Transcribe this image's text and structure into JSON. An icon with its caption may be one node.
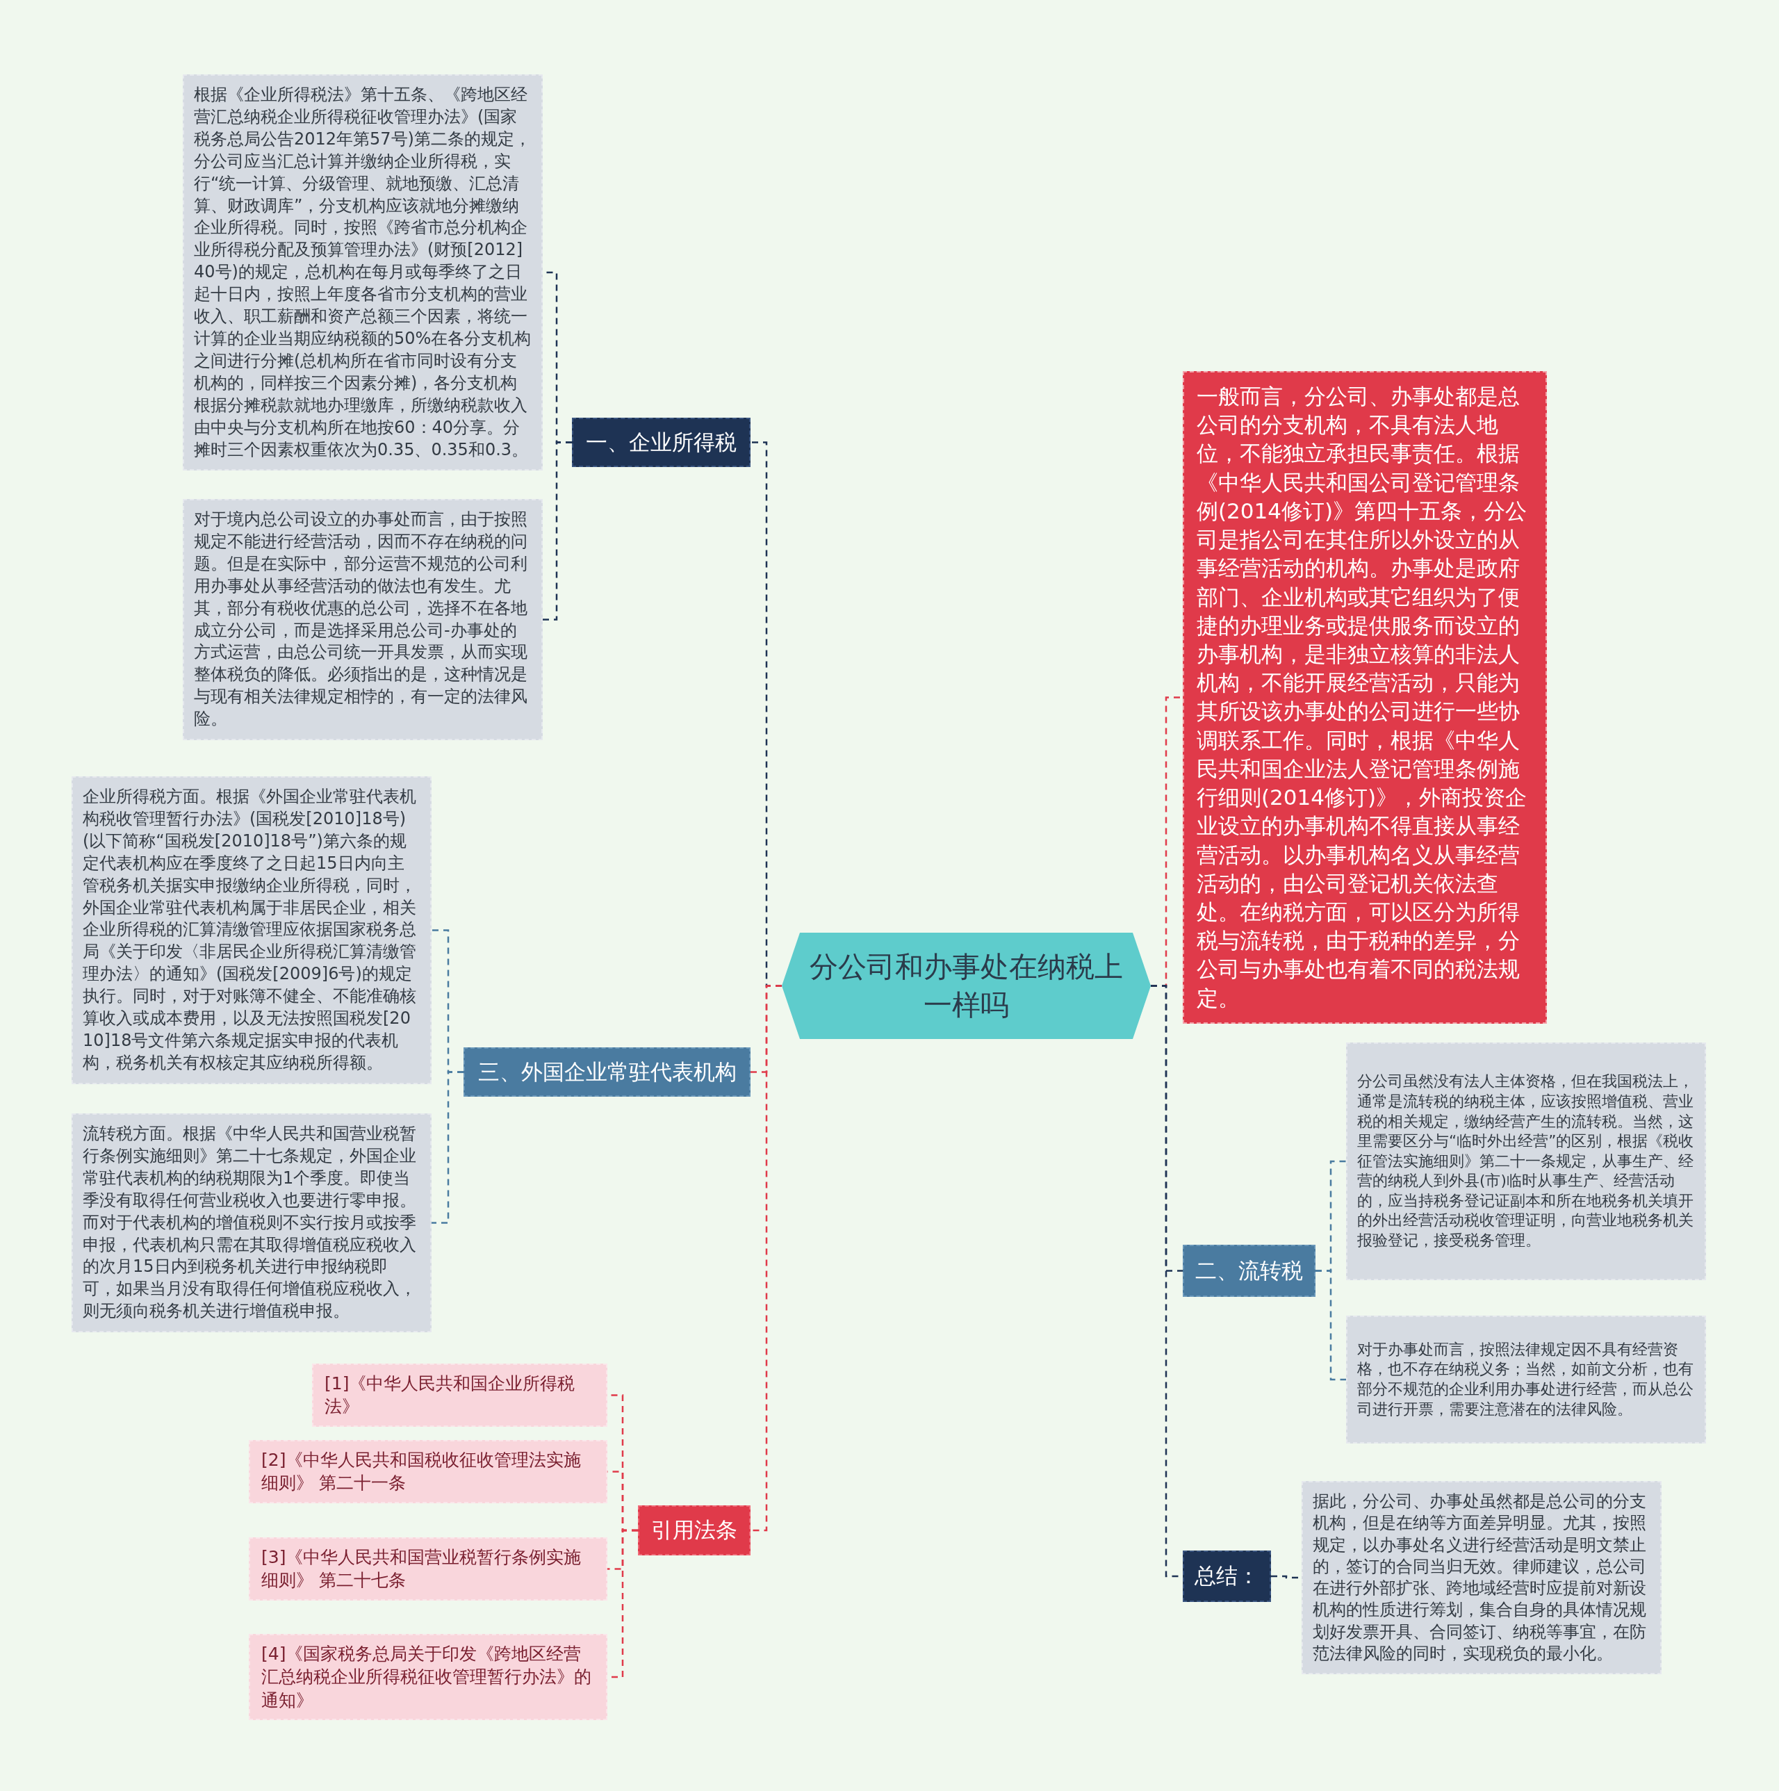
{
  "diagram": {
    "nodes": [
      {
        "text": [
          "分公司和办事处在纳税上一样吗"
        ]
      },
      {
        "text": [
          "一、企业所得税"
        ]
      },
      {
        "text": [
          "根据《企业所得税法》第十五条、《跨地区经营汇总纳税企业所得税征收管理办法》(国家税务总局公告2012年第57号)第二条的规定，分公司应当汇总计算并缴纳企业所得税，实行“统一计算、分级管理、就地预缴、汇总清算、财政调库”，分支机构应该就地分摊缴纳企业所得税。同时，按照《跨省市总分机构企业所得税分配及预算管理办法》(财预[2012]40号)的规定，总机构在每月或每季终了之日起十日内，按照上年度各省市分支机构的营业收入、职工薪酬和资产总额三个因素，将统一计算的企业当期应纳税额的50%在各分支机构之间进行分摊(总机构所在省市同时设有分支机构的，同样按三个因素分摊)，各分支机构根据分摊税款就地办理缴库，所缴纳税款收入由中央与分支机构所在地按60：40分享。分摊时三个因素权重依次为0.35、0.35和0.3。"
        ]
      },
      {
        "text": [
          "对于境内总公司设立的办事处而言，由于按照规定不能进行经营活动，因而不存在纳税的问题。但是在实际中，部分运营不规范的公司利用办事处从事经营活动的做法也有发生。尤其，部分有税收优惠的总公司，选择不在各地成立分公司，而是选择采用总公司-办事处的方式运营，由总公司统一开具发票，从而实现整体税负的降低。必须指出的是，这种情况是与现有相关法律规定相悖的，有一定的法律风险。"
        ]
      },
      {
        "text": [
          "三、外国企业常驻代表机构"
        ]
      },
      {
        "text": [
          "企业所得税方面。根据《外国企业常驻代表机构税收管理暂行办法》(国税发[2010]18号)(以下简称“国税发[2010]18号”)第六条的规定代表机构应在季度终了之日起15日内向主管税务机关据实申报缴纳企业所得税，同时，外国企业常驻代表机构属于非居民企业，相关企业所得税的汇算清缴管理应依据国家税务总局《关于印发〈非居民企业所得税汇算清缴管理办法〉的通知》(国税发[2009]6号)的规定执行。同时，对于对账簿不健全、不能准确核算收入或成本费用，以及无法按照国税发[2010]18号文件第六条规定据实申报的代表机构，税务机关有权核定其应纳税所得额。"
        ]
      },
      {
        "text": [
          "流转税方面。根据《中华人民共和国营业税暂行条例实施细则》第二十七条规定，外国企业常驻代表机构的纳税期限为1个季度。即使当季没有取得任何营业税收入也要进行零申报。而对于代表机构的增值税则不实行按月或按季申报，代表机构只需在其取得增值税应税收入的次月15日内到税务机关进行申报纳税即可，如果当月没有取得任何增值税应税收入，则无须向税务机关进行增值税申报。"
        ]
      },
      {
        "text": [
          "引用法条"
        ]
      },
      {
        "text": [
          "[1]《中华人民共和国企业所得税法》"
        ]
      },
      {
        "text": [
          "[2]《中华人民共和国税收征收管理法实施细则》 第二十一条"
        ]
      },
      {
        "text": [
          "[3]《中华人民共和国营业税暂行条例实施细则》 第二十七条"
        ]
      },
      {
        "text": [
          "[4]《国家税务总局关于印发《跨地区经营汇总纳税企业所得税征收管理暂行办法》的通知》"
        ]
      },
      {
        "text": [
          "一般而言，分公司、办事处都是总公司的分支机构，不具有法人地位，不能独立承担民事责任。根据《中华人民共和国公司登记管理条例(2014修订)》第四十五条，分公司是指公司在其住所以外设立的从事经营活动的机构。办事处是政府部门、企业机构或其它组织为了便捷的办理业务或提供服务而设立的办事机构，是非独立核算的非法人机构，不能开展经营活动，只能为其所设该办事处的公司进行一些协调联系工作。同时，根据《中华人民共和国企业法人登记管理条例施行细则(2014修订)》，外商投资企业设立的办事机构不得直接从事经营活动。以办事机构名义从事经营活动的，由公司登记机关依法查处。在纳税方面，可以区分为所得税与流转税，由于税种的差异，分公司与办事处也有着不同的税法规定。"
        ]
      },
      {
        "text": [
          "二、流转税"
        ]
      },
      {
        "text": [
          "分公司虽然没有法人主体资格，但在我国税法上，通常是流转税的纳税主体，应该按照增值税、营业税的相关规定，缴纳经营产生的流转税。当然，这里需要区分与“临时外出经营”的区别，根据《税收征管法实施细则》第二十一条规定，从事生产、经营的纳税人到外县(市)临时从事生产、经营活动的，应当持税务登记证副本和所在地税务机关填开的外出经营活动税收管理证明，向营业地税务机关报验登记，接受税务管理。"
        ]
      },
      {
        "text": [
          "对于办事处而言，按照法律规定因不具有经营资格，也不存在纳税义务；当然，如前文分析，也有部分不规范的企业利用办事处进行经营，而从总公司进行开票，需要注意潜在的法律风险。"
        ]
      },
      {
        "text": [
          "总结："
        ]
      },
      {
        "text": [
          "据此，分公司、办事处虽然都是总公司的分支机构，但是在纳等方面差异明显。尤其，按照规定，以办事处名义进行经营活动是明文禁止的，签订的合同当归无效。律师建议，总公司在进行外部扩张、跨地域经营时应提前对新设机构的性质进行筹划，集合自身的具体情况规划好发票开具、合同签订、纳税等事宜，在防范法律风险的同时，实现税负的最小化。"
        ]
      }
    ],
    "edges": [
      {
        "from": 0,
        "to": 1,
        "arrow": "none",
        "style": "dashed",
        "color": "#1e3354"
      },
      {
        "from": 1,
        "to": 2,
        "arrow": "none",
        "style": "dashed",
        "color": "#1e3354"
      },
      {
        "from": 1,
        "to": 3,
        "arrow": "none",
        "style": "dashed",
        "color": "#1e3354"
      },
      {
        "from": 0,
        "to": 4,
        "arrow": "none",
        "style": "dashed",
        "color": "#e03a4a"
      },
      {
        "from": 4,
        "to": 5,
        "arrow": "none",
        "style": "dashed",
        "color": "#4a7ba0"
      },
      {
        "from": 4,
        "to": 6,
        "arrow": "none",
        "style": "dashed",
        "color": "#4a7ba0"
      },
      {
        "from": 0,
        "to": 7,
        "arrow": "none",
        "style": "dashed",
        "color": "#e03a4a"
      },
      {
        "from": 7,
        "to": 8,
        "arrow": "none",
        "style": "dashed",
        "color": "#e03a4a"
      },
      {
        "from": 7,
        "to": 9,
        "arrow": "none",
        "style": "dashed",
        "color": "#e03a4a"
      },
      {
        "from": 7,
        "to": 10,
        "arrow": "none",
        "style": "dashed",
        "color": "#e03a4a"
      },
      {
        "from": 7,
        "to": 11,
        "arrow": "none",
        "style": "dashed",
        "color": "#e03a4a"
      },
      {
        "from": 0,
        "to": 12,
        "arrow": "none",
        "style": "dashed",
        "color": "#e03a4a"
      },
      {
        "from": 0,
        "to": 13,
        "arrow": "none",
        "style": "dashed",
        "color": "#1e3354"
      },
      {
        "from": 13,
        "to": 14,
        "arrow": "none",
        "style": "dashed",
        "color": "#4a7ba0"
      },
      {
        "from": 13,
        "to": 15,
        "arrow": "none",
        "style": "dashed",
        "color": "#4a7ba0"
      },
      {
        "from": 0,
        "to": 16,
        "arrow": "none",
        "style": "dashed",
        "color": "#1e3354"
      },
      {
        "from": 16,
        "to": 17,
        "arrow": "none",
        "style": "dashed",
        "color": "#1e3354"
      }
    ]
  }
}
